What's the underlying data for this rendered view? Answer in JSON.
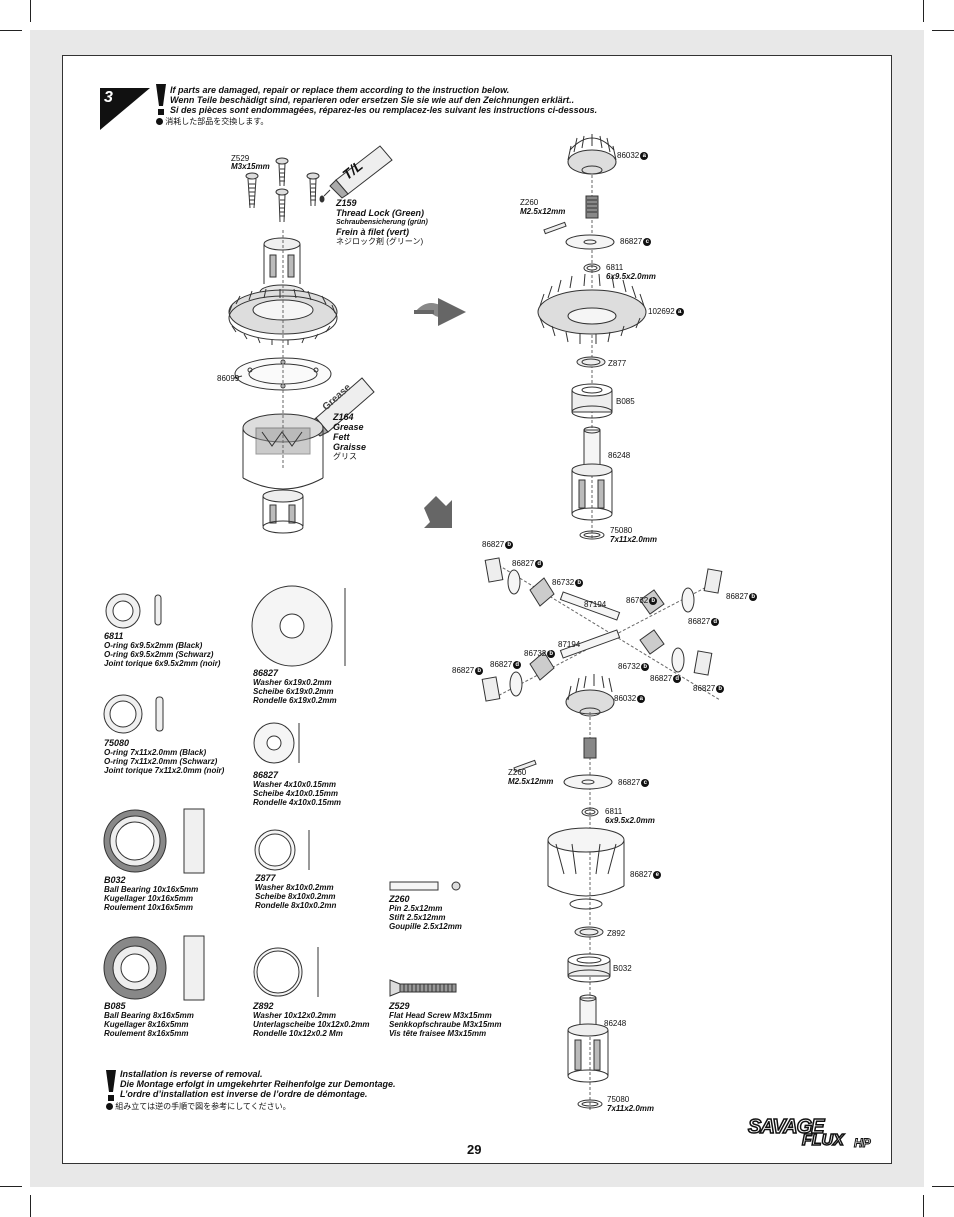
{
  "step": {
    "number": "3"
  },
  "warning_top": {
    "en": "If parts are damaged, repair or replace them according to the instruction below.",
    "de": "Wenn Teile beschädigt sind, reparieren oder ersetzen Sie sie wie auf den Zeichnungen erklärt..",
    "fr": "Si des pièces sont endommagées, réparez-les ou remplacez-les suivant les instructions ci-dessous.",
    "jp": "消耗した部品を交換します。"
  },
  "warning_bottom": {
    "en": "Installation is reverse of removal.",
    "de": "Die Montage erfolgt in umgekehrter Reihenfolge zur Demontage.",
    "fr": "L’ordre d’installation est inverse de l’ordre de démontage.",
    "jp": "組み立ては逆の手順で図を参考にしてください。"
  },
  "assembly_labels": {
    "z529_code": "Z529",
    "z529_size": "M3x15mm",
    "z159_code": "Z159",
    "z159_en": "Thread Lock (Green)",
    "z159_de": "Schraubensicherung (grün)",
    "z159_fr": "Frein à filet (vert)",
    "z159_jp": "ネジロック剤 (グリーン)",
    "tl_text": "T/L",
    "p86099": "86099",
    "z164_code": "Z164",
    "z164_en": "Grease",
    "z164_de": "Fett",
    "z164_fr": "Graisse",
    "z164_jp": "グリス",
    "grease_text": "Grease"
  },
  "exploded_top": {
    "p86032": "86032",
    "p86032_badge": "a",
    "z260_code": "Z260",
    "z260_size": "M2.5x12mm",
    "p86827c": "86827",
    "p86827c_badge": "c",
    "p6811": "6811",
    "p6811_size": "6x9.5x2.0mm",
    "p102692": "102692",
    "p102692_badge": "a",
    "pz877": "Z877",
    "pb085": "B085",
    "p86248": "86248",
    "p75080": "75080",
    "p75080_size": "7x11x2.0mm"
  },
  "exploded_bottom": {
    "l1": "86827",
    "l1b": "b",
    "l2": "86827",
    "l2b": "d",
    "l3": "86732",
    "l3b": "b",
    "l4": "87194",
    "l5": "86732",
    "l5b": "b",
    "l6": "86827",
    "l6b": "b",
    "l7": "86827",
    "l7b": "d",
    "l8": "87194",
    "l9": "86732",
    "l9b": "b",
    "l10": "86827",
    "l10b": "d",
    "l11": "86827",
    "l11b": "b",
    "l12": "86732",
    "l12b": "b",
    "l13": "86827",
    "l13b": "d",
    "l14": "86827",
    "l14b": "b",
    "l15": "86032",
    "l15b": "a",
    "z260_code": "Z260",
    "z260_size": "M2.5x12mm",
    "l16": "86827",
    "l16b": "c",
    "l17": "6811",
    "l17_size": "6x9.5x2.0mm",
    "l18": "86827",
    "l18b": "e",
    "l19": "Z892",
    "l20": "B032",
    "l21": "86248",
    "l22": "75080",
    "l22_size": "7x11x2.0mm"
  },
  "parts": [
    {
      "code": "6811",
      "l1": "O-ring 6x9.5x2mm (Black)",
      "l2": "O-ring 6x9.5x2mm (Schwarz)",
      "l3": "Joint torique 6x9.5x2mm (noir)"
    },
    {
      "code": "86827",
      "l1": "Washer 6x19x0.2mm",
      "l2": "Scheibe 6x19x0.2mm",
      "l3": "Rondelle 6x19x0.2mm"
    },
    {
      "code": "75080",
      "l1": "O-ring 7x11x2.0mm (Black)",
      "l2": "O-ring 7x11x2.0mm (Schwarz)",
      "l3": "Joint torique 7x11x2.0mm (noir)"
    },
    {
      "code": "86827",
      "l1": "Washer 4x10x0.15mm",
      "l2": "Scheibe 4x10x0.15mm",
      "l3": "Rondelle 4x10x0.15mm"
    },
    {
      "code": "B032",
      "l1": "Ball Bearing 10x16x5mm",
      "l2": "Kugellager 10x16x5mm",
      "l3": "Roulement 10x16x5mm"
    },
    {
      "code": "Z877",
      "l1": "Washer 8x10x0.2mm",
      "l2": "Scheibe 8x10x0.2mm",
      "l3": "Rondelle 8x10x0.2mn"
    },
    {
      "code": "Z260",
      "l1": "Pin 2.5x12mm",
      "l2": "Stift 2.5x12mm",
      "l3": "Goupille 2.5x12mm"
    },
    {
      "code": "B085",
      "l1": "Ball Bearing 8x16x5mm",
      "l2": "Kugellager 8x16x5mm",
      "l3": "Roulement 8x16x5mm"
    },
    {
      "code": "Z892",
      "l1": "Washer 10x12x0.2mm",
      "l2": "Unterlagscheibe 10x12x0.2mm",
      "l3": "Rondelle 10x12x0.2 Mm"
    },
    {
      "code": "Z529",
      "l1": "Flat Head Screw M3x15mm",
      "l2": "Senkkopfschraube M3x15mm",
      "l3": "Vis tête fraisee M3x15mm"
    }
  ],
  "page_number": "29",
  "logo": {
    "line1": "SAVAGE",
    "line2": "FLUX",
    "line3": "HP"
  }
}
